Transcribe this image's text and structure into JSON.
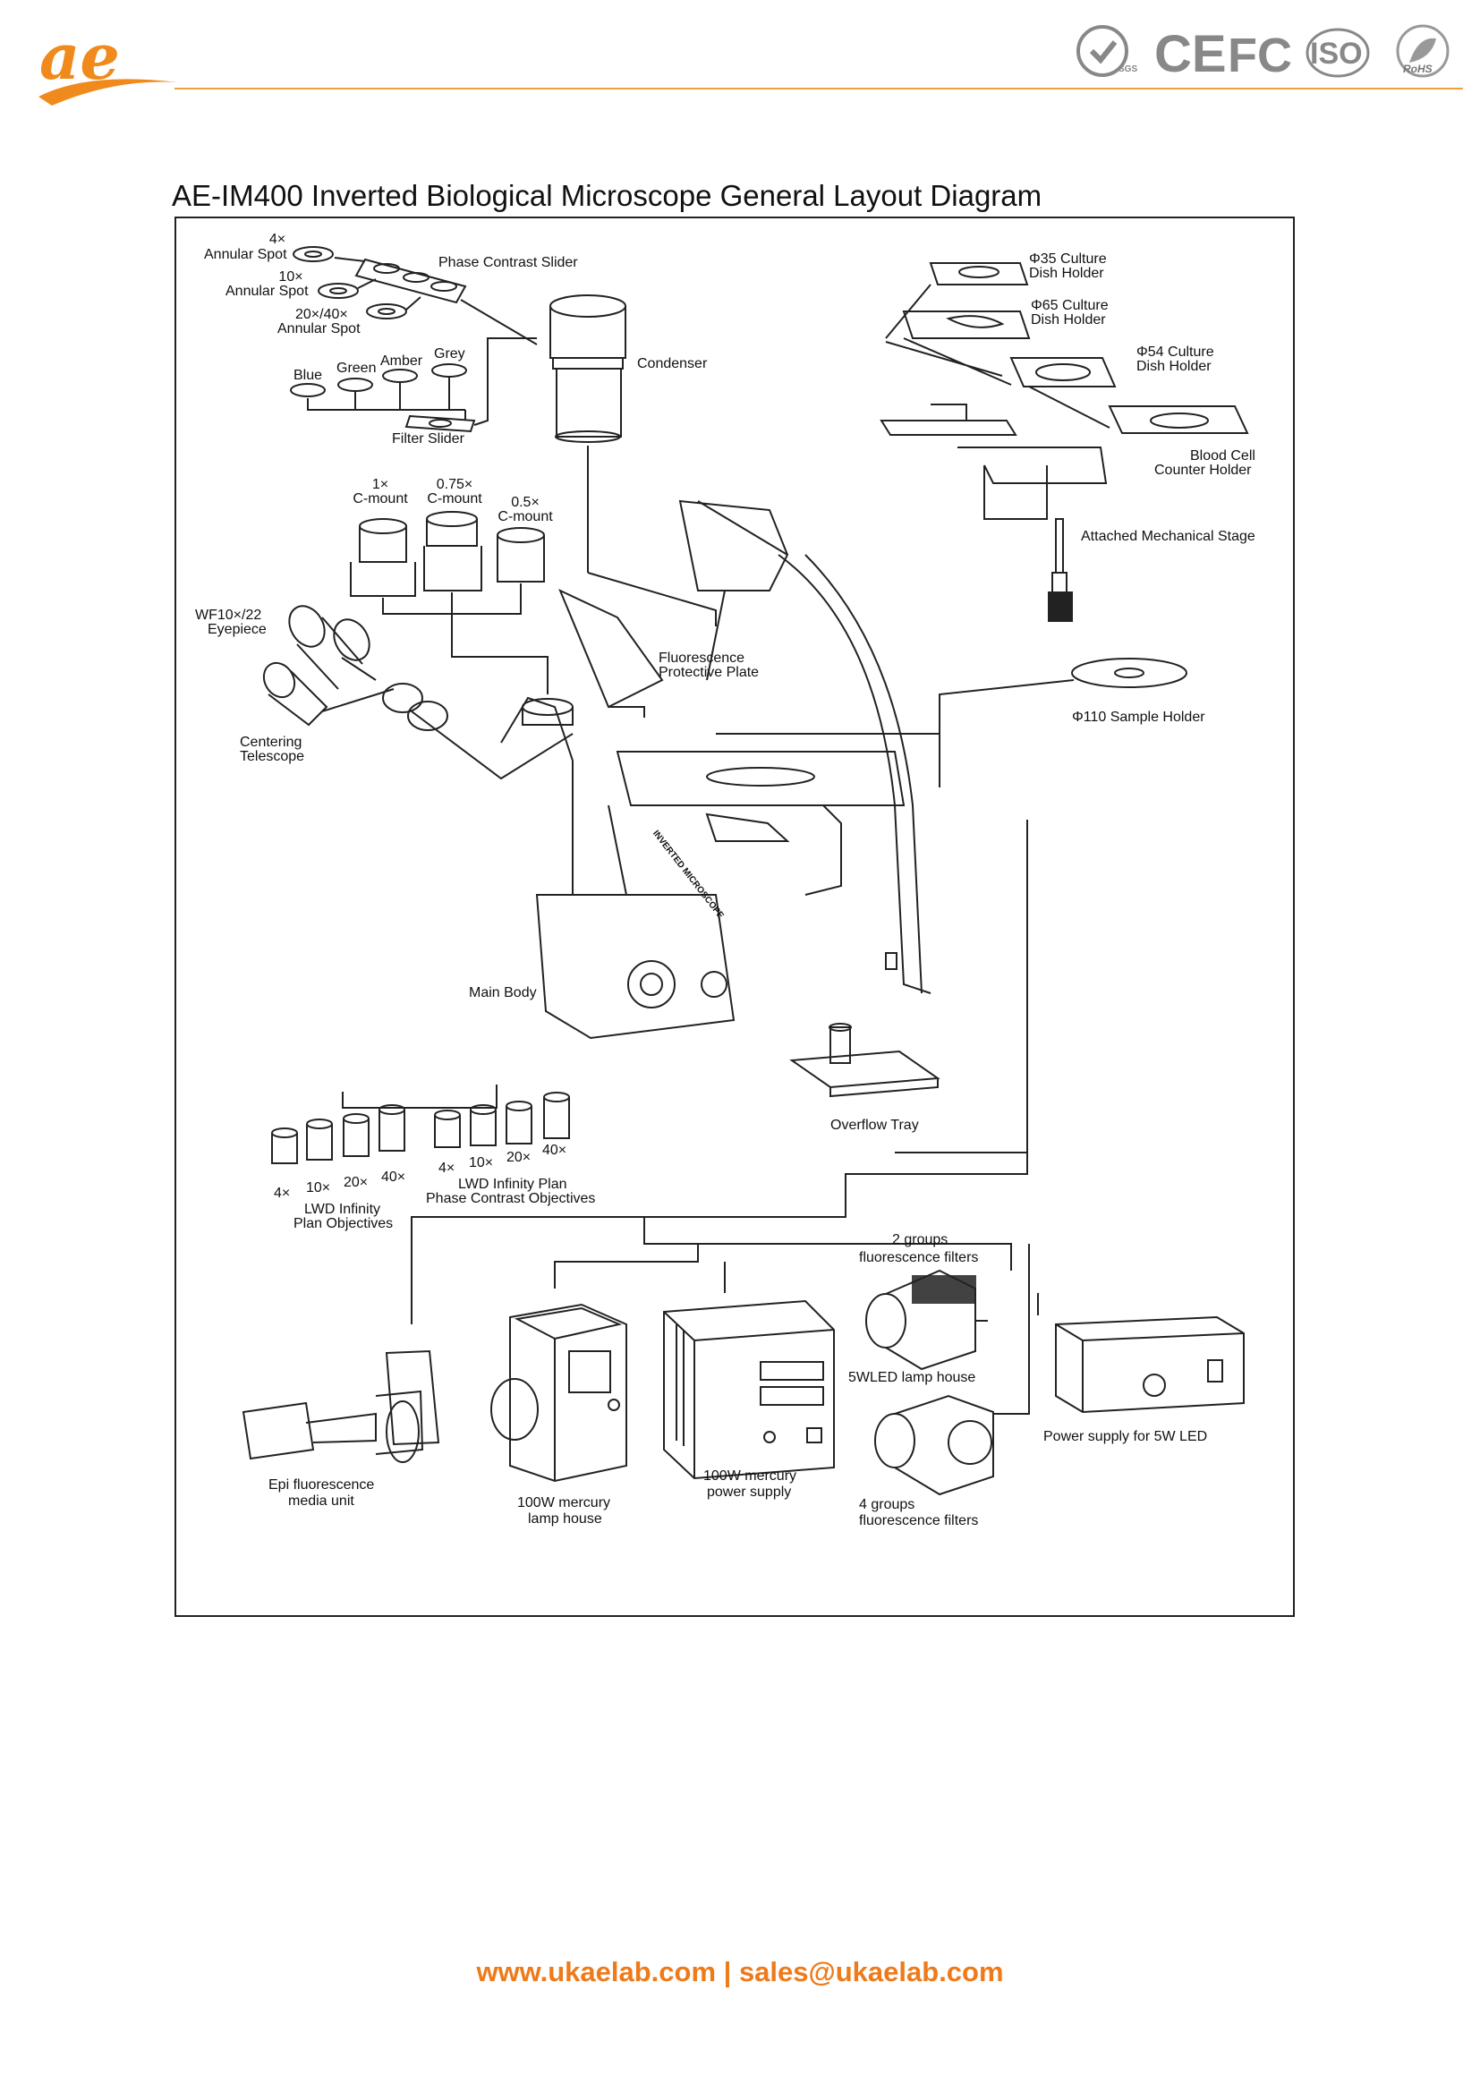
{
  "brand": {
    "logo_text": "ae"
  },
  "certifications": [
    "SGS",
    "CE",
    "FC",
    "ISO",
    "RoHS"
  ],
  "title": "AE-IM400 Inverted Biological Microscope General Layout Diagram",
  "labels": {
    "annular_4x_mag": "4×",
    "annular_4x": "Annular Spot",
    "annular_10x_mag": "10×",
    "annular_10x": "Annular Spot",
    "annular_2040_mag": "20×/40×",
    "annular_2040": "Annular Spot",
    "phase_slider": "Phase Contrast Slider",
    "blue": "Blue",
    "green": "Green",
    "amber": "Amber",
    "grey": "Grey",
    "filter_slider": "Filter Slider",
    "condenser": "Condenser",
    "dish35_l1": "Φ35 Culture",
    "dish35_l2": "Dish Holder",
    "dish65_l1": "Φ65 Culture",
    "dish65_l2": "Dish Holder",
    "dish54_l1": "Φ54 Culture",
    "dish54_l2": "Dish Holder",
    "bloodcell_l1": "Blood Cell",
    "bloodcell_l2": "Counter Holder",
    "mech_stage": "Attached Mechanical Stage",
    "cm1_l1": "1×",
    "cm1_l2": "C-mount",
    "cm075_l1": "0.75×",
    "cm075_l2": "C-mount",
    "cm05_l1": "0.5×",
    "cm05_l2": "C-mount",
    "eyepiece_l1": "WF10×/22",
    "eyepiece_l2": "Eyepiece",
    "fluor_plate_l1": "Fluorescence",
    "fluor_plate_l2": "Protective Plate",
    "sample_holder": "Φ110 Sample Holder",
    "centering_l1": "Centering",
    "centering_l2": "Telescope",
    "main_body": "Main Body",
    "body_text": "INVERTED MICROSCOPE",
    "overflow_tray": "Overflow Tray",
    "obj_a_4x": "4×",
    "obj_a_10x": "10×",
    "obj_a_20x": "20×",
    "obj_a_40x": "40×",
    "obj_a_l1": "LWD Infinity",
    "obj_a_l2": "Plan Objectives",
    "obj_b_4x": "4×",
    "obj_b_10x": "10×",
    "obj_b_20x": "20×",
    "obj_b_40x": "40×",
    "obj_b_l1": "LWD Infinity Plan",
    "obj_b_l2": "Phase Contrast Objectives",
    "fl2_l1": "2 groups",
    "fl2_l2": "fluorescence filters",
    "led_lamp": "5WLED lamp house",
    "fl4_l1": "4 groups",
    "fl4_l2": "fluorescence filters",
    "psu_led": "Power supply for 5W LED",
    "epi_l1": "Epi fluorescence",
    "epi_l2": "media unit",
    "hg_lamp_l1": "100W mercury",
    "hg_lamp_l2": "lamp house",
    "hg_psu_l1": "100W mercury",
    "hg_psu_l2": "power supply"
  },
  "footer": "www.ukaelab.com | sales@ukaelab.com",
  "colors": {
    "accent": "#f08a1c",
    "footer": "#ee7a1a",
    "line": "#222222"
  }
}
